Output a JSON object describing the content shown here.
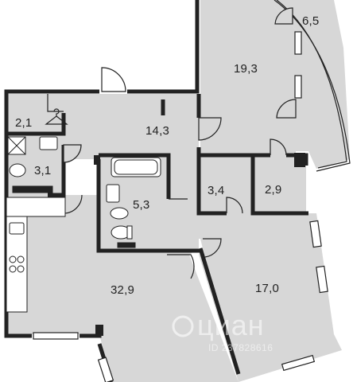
{
  "plan": {
    "room_areas": {
      "living_top_right": "19,3",
      "balcony": "6,5",
      "hall": "14,3",
      "closet": "2,1",
      "bathroom_small": "3,1",
      "bathroom_main": "5,3",
      "storage_a": "3,4",
      "storage_b": "2,9",
      "kitchen_living": "32,9",
      "bedroom": "17,0"
    },
    "watermark": {
      "brand": "циан",
      "id": "ID 237828616"
    },
    "colors": {
      "floor": "#d7d7d7",
      "wall": "#222222",
      "background": "#ffffff",
      "fixture_fill": "#ffffff"
    }
  }
}
